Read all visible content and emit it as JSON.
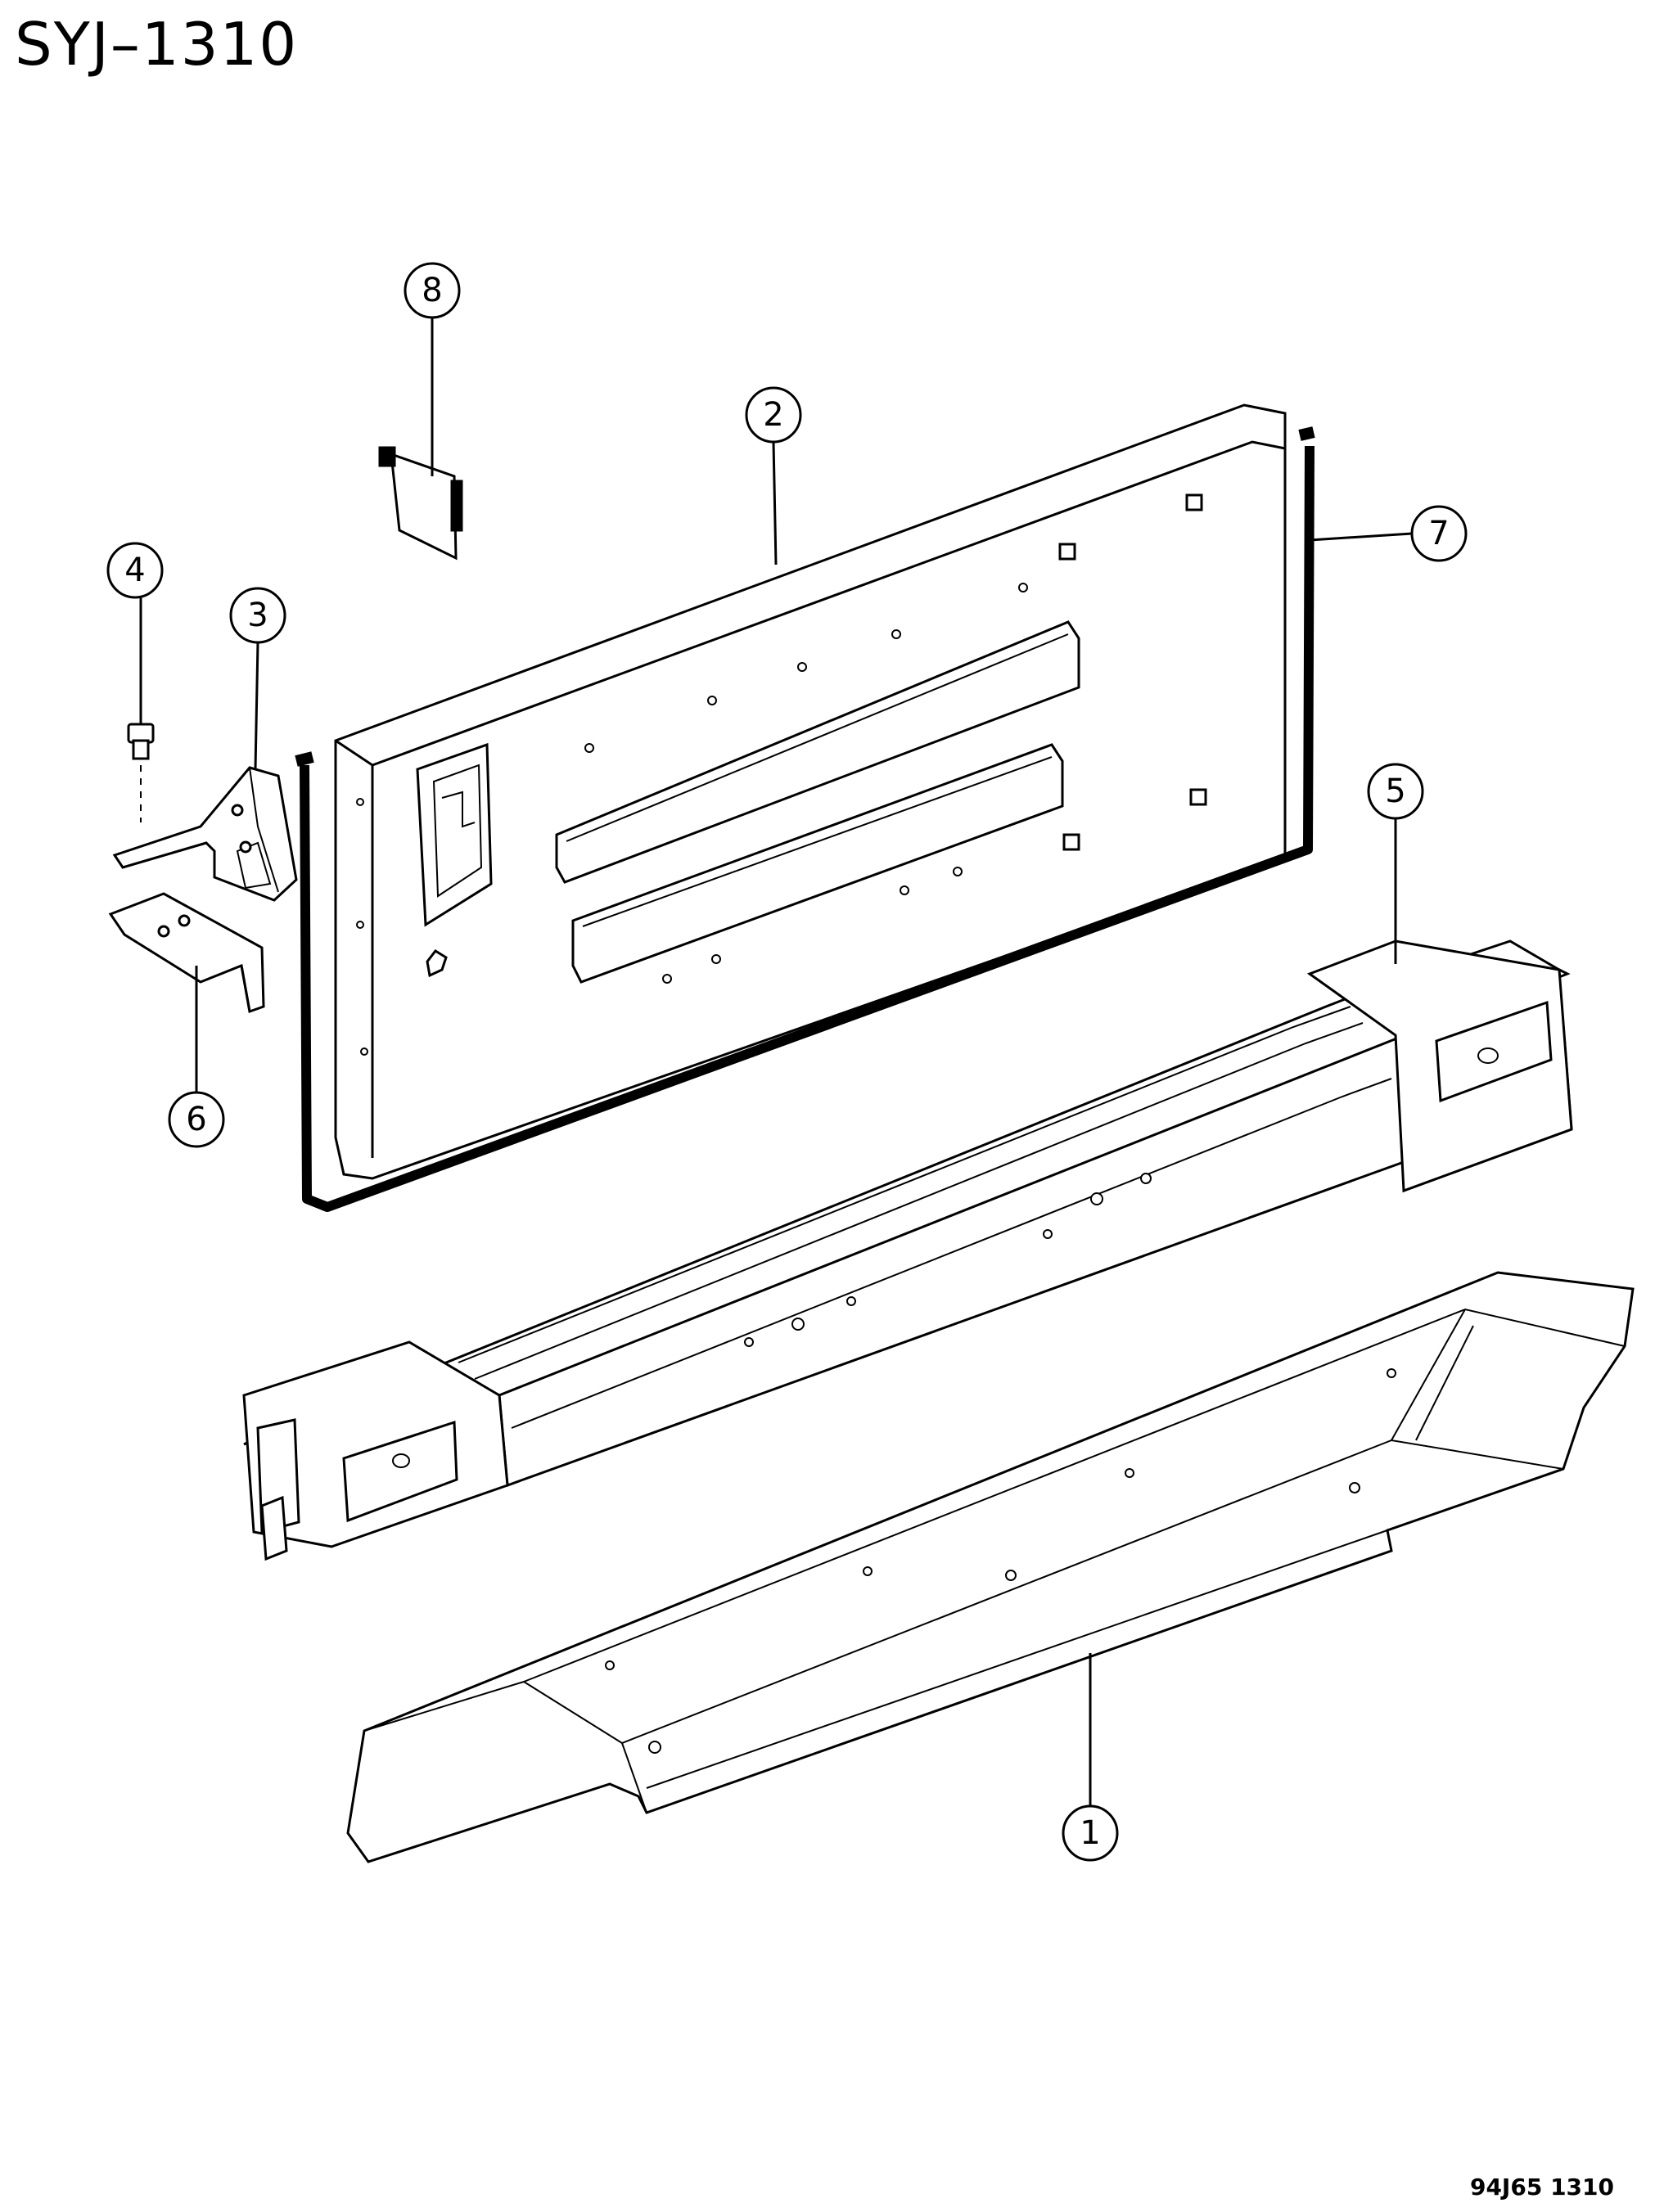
{
  "header": {
    "code": "SYJ–1310"
  },
  "footer": {
    "code": "94J65  1310"
  },
  "callouts": [
    {
      "id": "1",
      "label": "1"
    },
    {
      "id": "2",
      "label": "2"
    },
    {
      "id": "3",
      "label": "3"
    },
    {
      "id": "4",
      "label": "4"
    },
    {
      "id": "5",
      "label": "5"
    },
    {
      "id": "6",
      "label": "6"
    },
    {
      "id": "7",
      "label": "7"
    },
    {
      "id": "8",
      "label": "8"
    }
  ]
}
